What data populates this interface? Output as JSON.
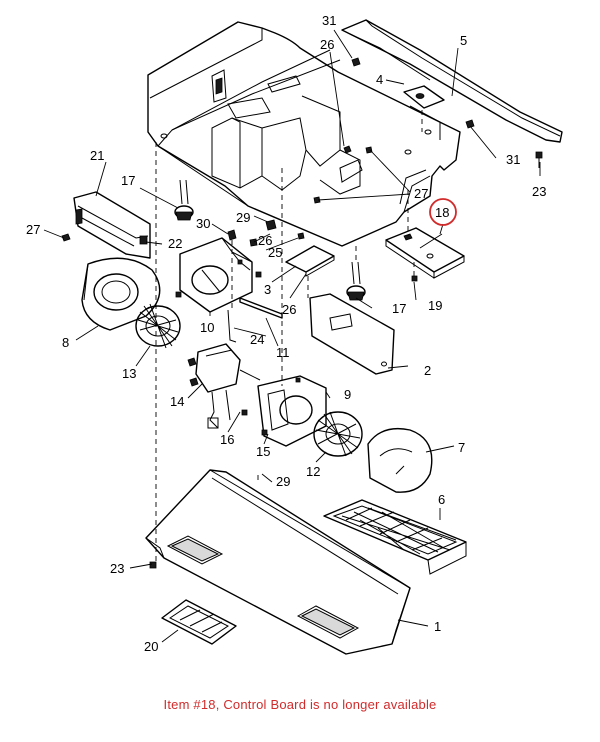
{
  "callouts": {
    "c1": "1",
    "c2": "2",
    "c3": "3",
    "c4": "4",
    "c5": "5",
    "c6": "6",
    "c7": "7",
    "c8": "8",
    "c9": "9",
    "c10": "10",
    "c11": "11",
    "c12": "12",
    "c13": "13",
    "c14": "14",
    "c15": "15",
    "c16": "16",
    "c17a": "17",
    "c17b": "17",
    "c18": "18",
    "c19": "19",
    "c20": "20",
    "c21": "21",
    "c22": "22",
    "c23a": "23",
    "c23b": "23",
    "c24": "24",
    "c25": "25",
    "c26a": "26",
    "c26b": "26",
    "c27a": "27",
    "c27b": "27",
    "c29a": "29",
    "c29b": "29",
    "c30": "30",
    "c31a": "31",
    "c31b": "31"
  },
  "highlight": {
    "item": "18",
    "color": "#d22b2b"
  },
  "notice": {
    "text": "Item #18, Control Board is no longer available",
    "color": "#d22b2b"
  }
}
